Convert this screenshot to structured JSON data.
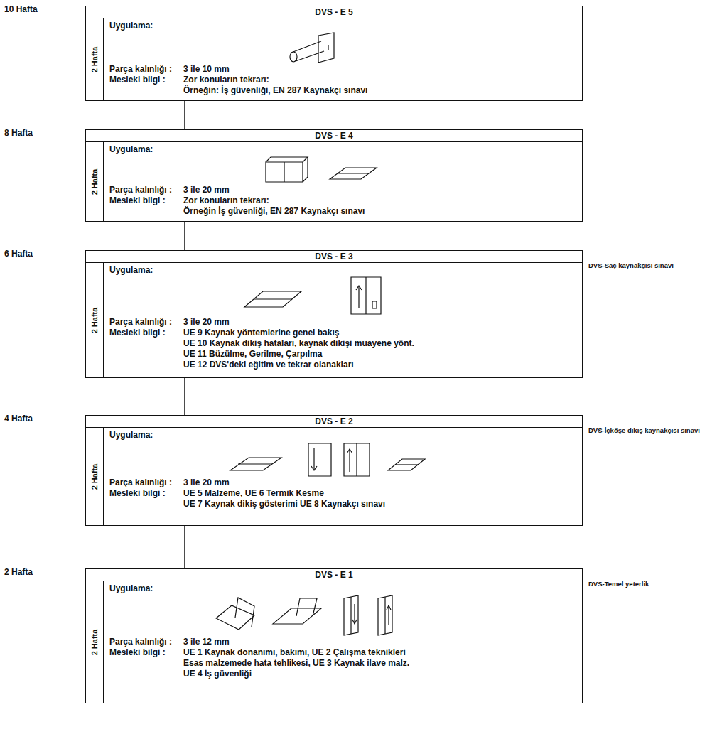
{
  "diagram": {
    "nodes": [
      {
        "text": [
          "DVS - E 5",
          "2 Hafta",
          "Uygulama:",
          "Parça kalınlığı :",
          "3 ile 10 mm",
          "Mesleki bilgi :",
          "Zor konuların tekrarı:",
          "Örneğin: İş güvenliği, EN 287 Kaynakçı sınavı"
        ]
      },
      {
        "text": [
          "DVS - E 4",
          "2 Hafta",
          "Uygulama:",
          "Parça kalınlığı :",
          "3 ile 20 mm",
          "Mesleki bilgi :",
          "Zor konuların tekrarı:",
          "Örneğin İş güvenliği, EN 287 Kaynakçı sınavı"
        ]
      },
      {
        "text": [
          "DVS - E 3",
          "2 Hafta",
          "Uygulama:",
          "Parça kalınlığı :",
          "3 ile 20 mm",
          "Mesleki bilgi :",
          "UE 9 Kaynak yöntemlerine genel bakış",
          "UE 10 Kaynak dikiş hataları, kaynak dikişi muayene yönt.",
          "UE 11 Büzülme, Gerilme, Çarpılma",
          "UE 12 DVS'deki eğitim ve tekrar olanakları"
        ]
      },
      {
        "text": [
          "DVS - E 2",
          "2 Hafta",
          "Uygulama:",
          "Parça kalınlığı :",
          "3 ile 20 mm",
          "Mesleki bilgi :",
          "UE 5 Malzeme, UE 6 Termik Kesme",
          "UE 7 Kaynak dikiş gösterimi UE 8 Kaynakçı sınavı"
        ]
      },
      {
        "text": [
          "DVS - E 1",
          "2 Hafta",
          "Uygulama:",
          "Parça kalınlığı :",
          "3 ile 12 mm",
          "Mesleki bilgi :",
          "UE 1 Kaynak donanımı, bakımı, UE 2 Çalışma teknikleri",
          "Esas malzemede hata tehlikesi, UE 3 Kaynak ilave malz.",
          "UE 4 İş güvenliği"
        ]
      }
    ],
    "edges": [
      {
        "from": 0,
        "to": 1,
        "arrow": "none"
      },
      {
        "from": 1,
        "to": 2,
        "arrow": "none"
      },
      {
        "from": 2,
        "to": 3,
        "arrow": "none"
      },
      {
        "from": 3,
        "to": 4,
        "arrow": "none"
      }
    ],
    "labels": [
      "10 Hafta",
      "8 Hafta",
      "6 Hafta",
      "4 Hafta",
      "2 Hafta",
      "DVS-Saç kaynakçısı sınavı",
      "DVS-İçköşe dikiş kaynakçısı sınavı",
      "DVS-Temel yeterlik"
    ]
  }
}
